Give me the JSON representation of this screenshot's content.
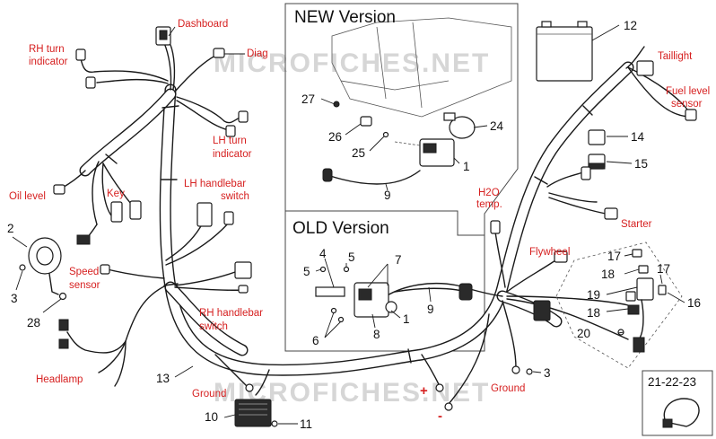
{
  "watermark": "MICROFICHES.NET",
  "panels": {
    "new_version": "NEW Version",
    "old_version": "OLD Version",
    "inset": "21-22-23"
  },
  "labels": {
    "dashboard": "Dashboard",
    "diag": "Diag",
    "rh_turn_1": "RH turn",
    "rh_turn_2": "indicator",
    "lh_turn_1": "LH turn",
    "lh_turn_2": "indicator",
    "oil_level": "Oil level",
    "key": "Key",
    "lh_switch_1": "LH handlebar",
    "lh_switch_2": "switch",
    "speed_1": "Speed",
    "speed_2": "sensor",
    "rh_switch_1": "RH handlebar",
    "rh_switch_2": "switch",
    "headlamp": "Headlamp",
    "ground_left": "Ground",
    "ground_right": "Ground",
    "taillight": "Taillight",
    "fuel_1": "Fuel level",
    "fuel_2": "sensor",
    "h2o_1": "H2O",
    "h2o_2": "temp.",
    "flywheel": "Flywheel",
    "starter": "Starter",
    "plus": "+",
    "minus": "-"
  },
  "numbers": {
    "n1_new": "1",
    "n9_new": "9",
    "n24": "24",
    "n25": "25",
    "n26": "26",
    "n27": "27",
    "n4": "4",
    "n5a": "5",
    "n5b": "5",
    "n6": "6",
    "n7": "7",
    "n8": "8",
    "n1_old": "1",
    "n9_old": "9",
    "n2": "2",
    "n3_left": "3",
    "n28": "28",
    "n13": "13",
    "n10": "10",
    "n11": "11",
    "n3_right": "3",
    "n12": "12",
    "n14": "14",
    "n15": "15",
    "n16": "16",
    "n17a": "17",
    "n17b": "17",
    "n18a": "18",
    "n18b": "18",
    "n19": "19",
    "n20": "20"
  },
  "colors": {
    "label_red": "#d62020",
    "ink": "#1a1a1a",
    "watermark": "#d6d6d6"
  }
}
